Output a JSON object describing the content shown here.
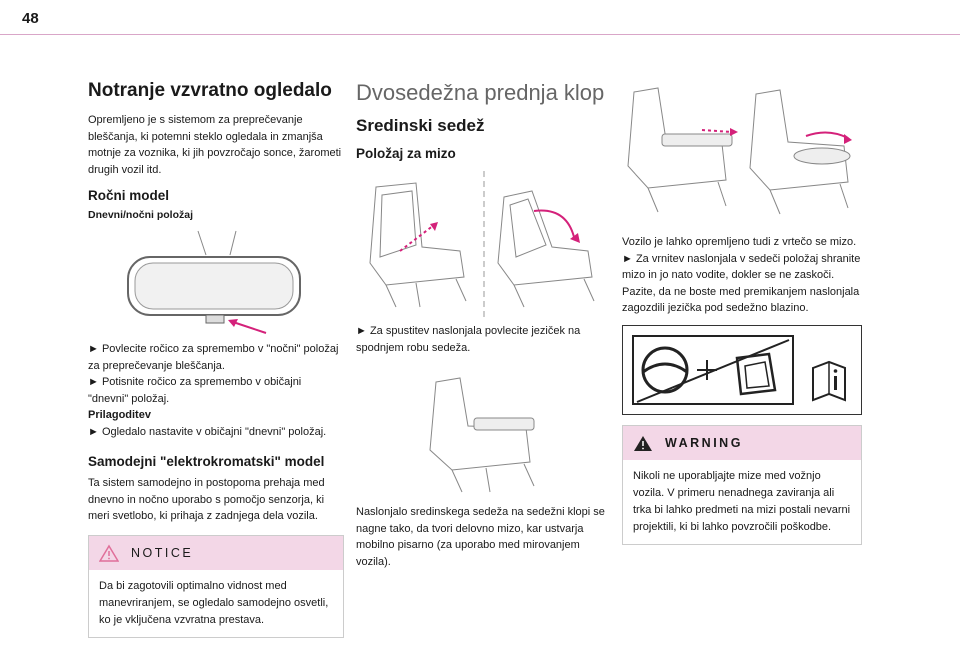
{
  "page": {
    "number": "48"
  },
  "col1": {
    "title": "Notranje vzvratno ogledalo",
    "intro": "Opremljeno je s sistemom za preprečevanje bleščanja, ki potemni steklo ogledala in zmanjša motnje za voznika, ki jih povzročajo sonce, žarometi drugih vozil itd.",
    "manual_title": "Ročni model",
    "daynight_title": "Dnevni/nočni položaj",
    "step1": "► Povlecite ročico za spremembo v \"nočni\" položaj za preprečevanje bleščanja.",
    "step2": "► Potisnite ročico za spremembo v običajni \"dnevni\" položaj.",
    "adjust_title": "Prilagoditev",
    "step3": "► Ogledalo nastavite v običajni \"dnevni\" položaj.",
    "electro_title": "Samodejni \"elektrokromatski\" model",
    "electro_text": "Ta sistem samodejno in postopoma prehaja med dnevno in nočno uporabo s pomočjo senzorja, ki meri svetlobo, ki prihaja z zadnjega dela vozila.",
    "notice": {
      "title": "NOTICE",
      "text": "Da bi zagotovili optimalno vidnost med manevriranjem, se ogledalo samodejno osvetli, ko je vključena vzvratna prestava."
    }
  },
  "col2": {
    "title": "Dvosedežna prednja klop",
    "subtitle": "Sredinski sedež",
    "table_title": "Položaj za mizo",
    "step1": "► Za spustitev naslonjala povlecite jeziček na spodnjem robu sedeža.",
    "text2": "Naslonjalo sredinskega sedeža na sedežni klopi se nagne tako, da tvori delovno mizo, kar ustvarja mobilno pisarno (za uporabo med mirovanjem vozila)."
  },
  "col3": {
    "text1": "Vozilo je lahko opremljeno tudi z vrtečo se mizo.",
    "text2": "► Za vrnitev naslonjala v sedeči položaj shranite mizo in jo nato vodite, dokler se ne zaskoči.",
    "text3": "Pazite, da ne boste med premikanjem naslonjala zagozdili jezička pod sedežno blazino.",
    "warning": {
      "title": "WARNING",
      "text": "Nikoli ne uporabljajte mize med vožnjo vozila. V primeru nenadnega zaviranja ali trka bi lahko predmeti na mizi postali nevarni projektili, ki bi lahko povzročili poškodbe."
    }
  },
  "colors": {
    "accent": "#d4217a",
    "box_header": "#f3d7e7"
  },
  "icons": [
    "warning-triangle-icon",
    "airbag-steering-icon",
    "child-seat-icon",
    "manual-info-icon"
  ]
}
